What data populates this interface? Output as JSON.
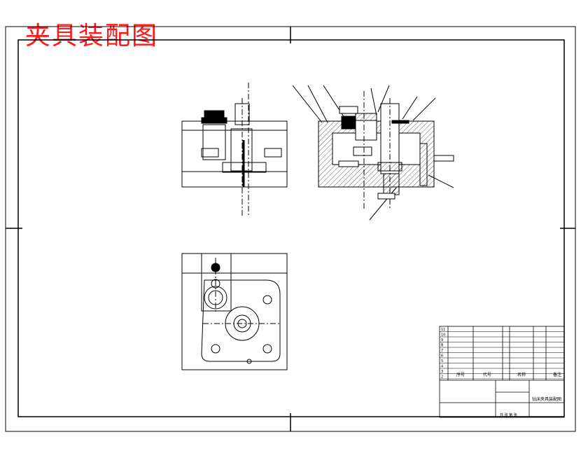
{
  "drawing": {
    "title": "夹具装配图"
  },
  "title_block": {
    "part_name": "钻床夹具装配图",
    "sheet_label": "共 张 第 张",
    "rows": [
      {
        "no": "11",
        "code": "",
        "name": "",
        "qty": "",
        "material": "",
        "remark": ""
      },
      {
        "no": "10",
        "code": "",
        "name": "",
        "qty": "",
        "material": "",
        "remark": ""
      },
      {
        "no": "9",
        "code": "",
        "name": "",
        "qty": "",
        "material": "",
        "remark": ""
      },
      {
        "no": "8",
        "code": "",
        "name": "",
        "qty": "",
        "material": "",
        "remark": ""
      },
      {
        "no": "7",
        "code": "",
        "name": "",
        "qty": "",
        "material": "",
        "remark": ""
      },
      {
        "no": "6",
        "code": "",
        "name": "",
        "qty": "",
        "material": "",
        "remark": ""
      },
      {
        "no": "5",
        "code": "",
        "name": "",
        "qty": "",
        "material": "",
        "remark": ""
      },
      {
        "no": "4",
        "code": "",
        "name": "",
        "qty": "",
        "material": "",
        "remark": ""
      },
      {
        "no": "3",
        "code": "",
        "name": "",
        "qty": "",
        "material": "",
        "remark": ""
      },
      {
        "no": "2",
        "code": "",
        "name": "",
        "qty": "",
        "material": "",
        "remark": ""
      }
    ],
    "header": {
      "no": "序号",
      "code": "代号",
      "name": "名称",
      "qty": "",
      "material": "",
      "remark": "备注"
    }
  }
}
